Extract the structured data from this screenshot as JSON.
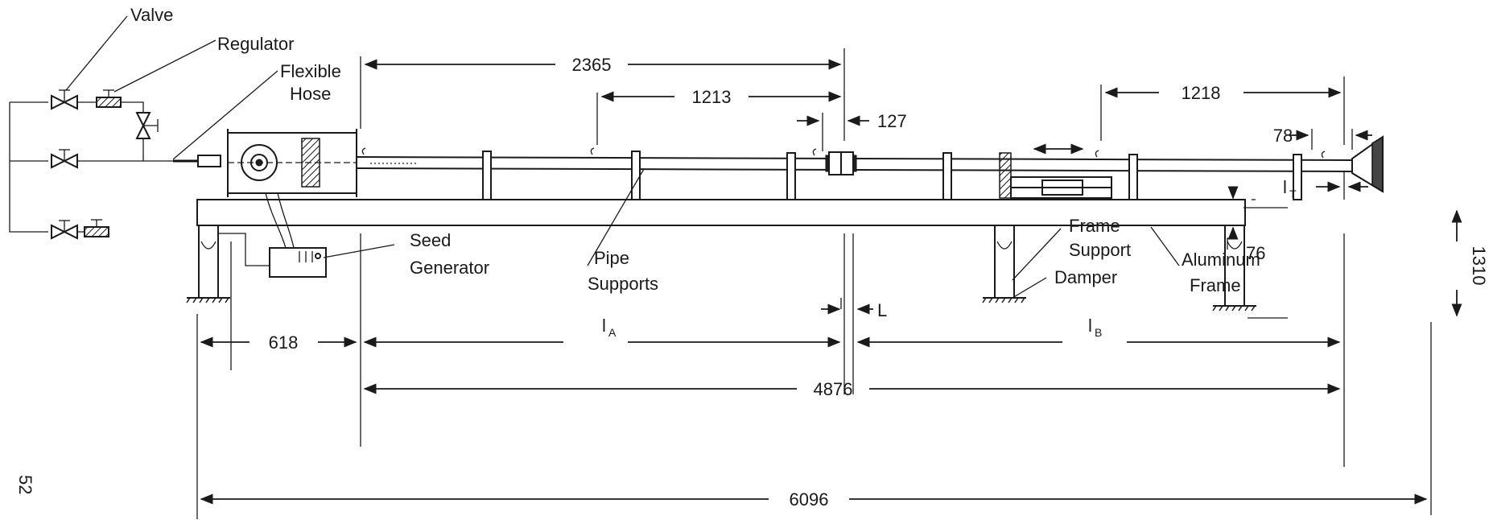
{
  "labels": {
    "valve": "Valve",
    "regulator": "Regulator",
    "flexible_hose_line1": "Flexible",
    "flexible_hose_line2": "Hose",
    "seed_generator_line1": "Seed",
    "seed_generator_line2": "Generator",
    "pipe_supports_line1": "Pipe",
    "pipe_supports_line2": "Supports",
    "frame_support_line1": "Frame",
    "frame_support_line2": "Support",
    "damper": "Damper",
    "aluminum_frame_line1": "Aluminum",
    "aluminum_frame_line2": "Frame",
    "gap_L": "L",
    "lA_main": "l",
    "lA_sub": "A",
    "lB_main": "l",
    "lB_sub": "B",
    "lT_main": "l",
    "lT_sub": "T",
    "page_mark": "52"
  },
  "dimensions": {
    "d2365": "2365",
    "d1213": "1213",
    "d127": "127",
    "d1218": "1218",
    "d78_top": "78",
    "d76": "76",
    "d1310": "1310",
    "d618": "618",
    "d4876": "4876",
    "d6096": "6096"
  }
}
